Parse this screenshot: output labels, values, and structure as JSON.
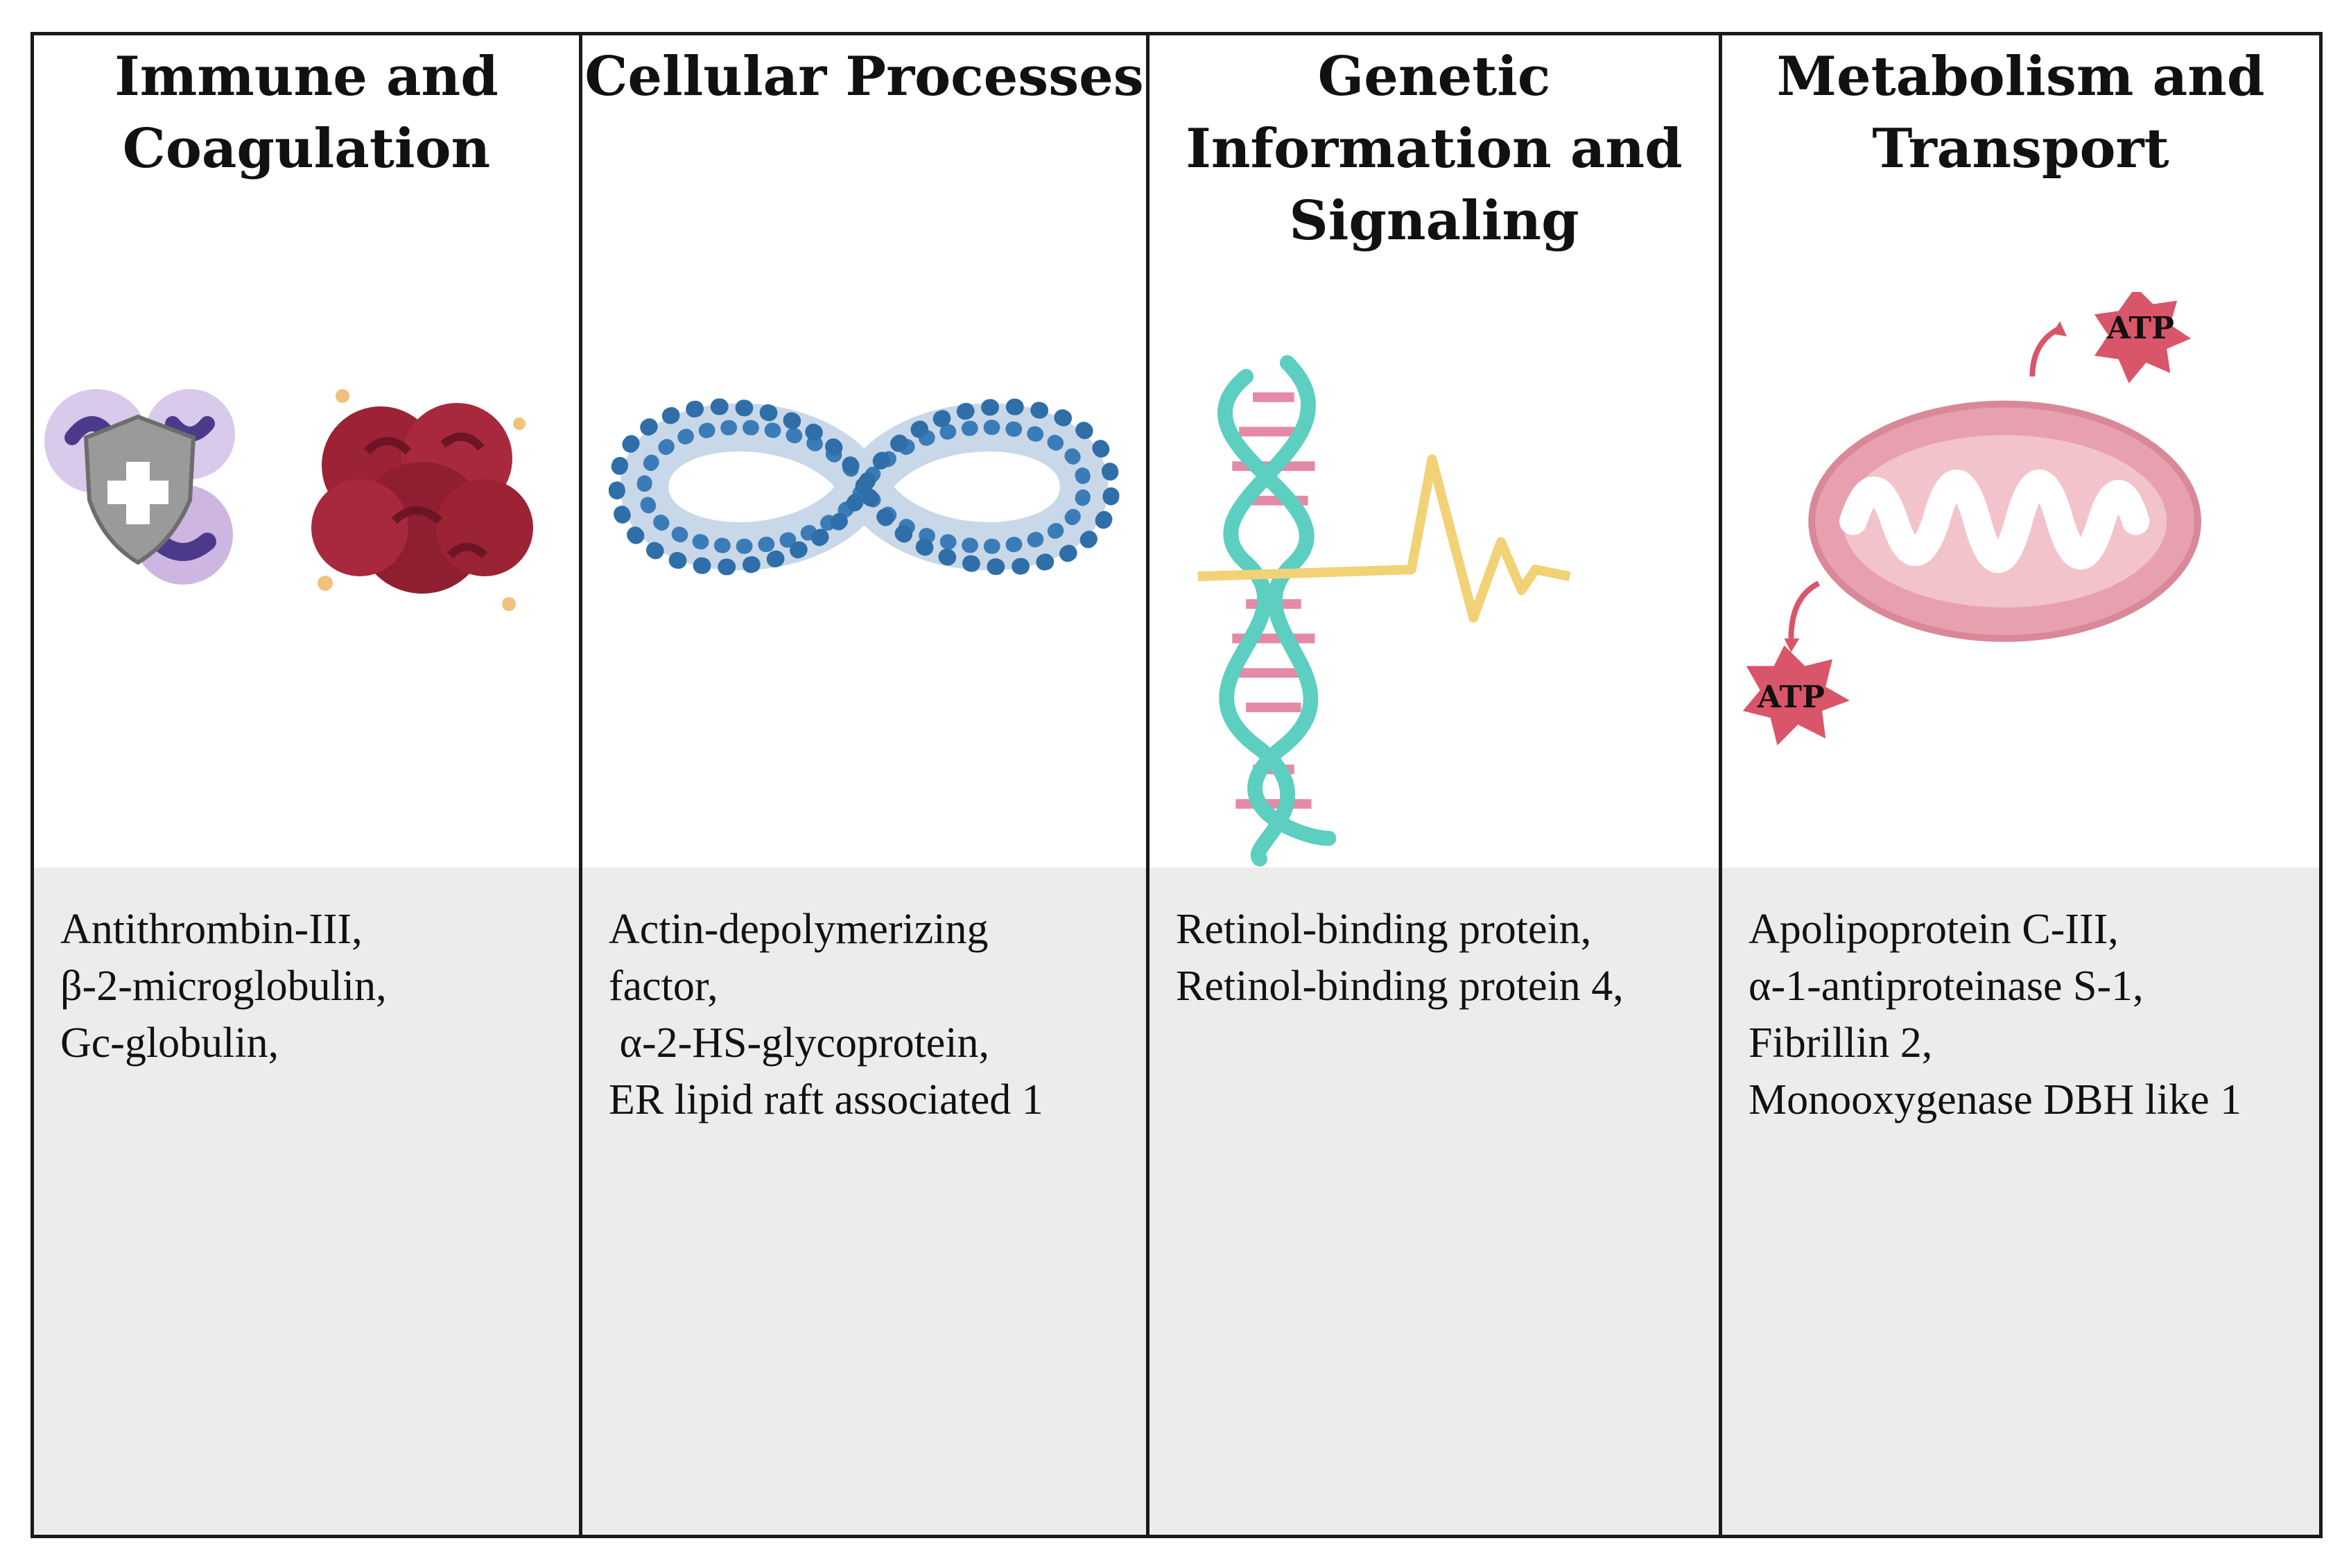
{
  "columns": [
    {
      "title": "Immune and\nCoagulation",
      "items": [
        "Antithrombin-III,",
        "β-2-microglobulin,",
        "Gc-globulin,"
      ],
      "illustration": "immune-cells-shield-and-blood-clot"
    },
    {
      "title": "Cellular Processes",
      "items": [
        "Actin-depolymerizing",
        "factor,",
        " α-2-HS-glycoprotein,",
        "ER lipid raft associated 1"
      ],
      "illustration": "infinity-loop-of-molecules"
    },
    {
      "title": "Genetic\nInformation and\nSignaling",
      "items": [
        "Retinol-binding protein,",
        "Retinol-binding protein 4,"
      ],
      "illustration": "dna-helix-with-signal-wave"
    },
    {
      "title": "Metabolism and\nTransport",
      "items": [
        "Apolipoprotein C-III,",
        "α-1-antiproteinase S-1,",
        "Fibrillin 2,",
        "Monooxygenase DBH like 1"
      ],
      "illustration": "mitochondrion-with-atp",
      "atp_labels": [
        "ATP",
        "ATP"
      ]
    }
  ],
  "colors": {
    "border": "#1a1a1a",
    "panel": "#ececec",
    "clot": "#9b2335",
    "immune_purple": "#b9a3d6",
    "infinity_blue": "#3a7cb8",
    "dna_teal": "#5ccfc0",
    "dna_pink": "#e48aa5",
    "signal_yellow": "#f2d277",
    "mito_pink": "#e9a0ae",
    "atp_red": "#d9566a"
  }
}
